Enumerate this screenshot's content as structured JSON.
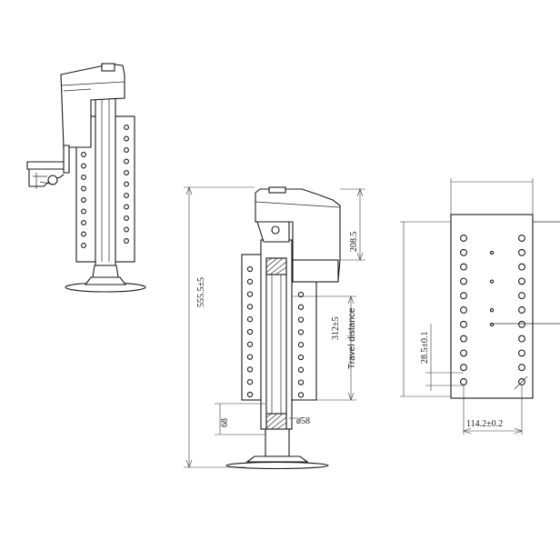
{
  "dimensions": {
    "overall_height": "555.5±5",
    "upper_height": "208.5",
    "stroke": "312±5",
    "travel_label": "Travel distance",
    "bottom_offset": "68",
    "tube_diameter": "ø58",
    "hole_pitch": "28.5±0.1",
    "plate_width": "114.2±0.2"
  },
  "colors": {
    "line": "#1a1a1a",
    "background": "#ffffff"
  }
}
